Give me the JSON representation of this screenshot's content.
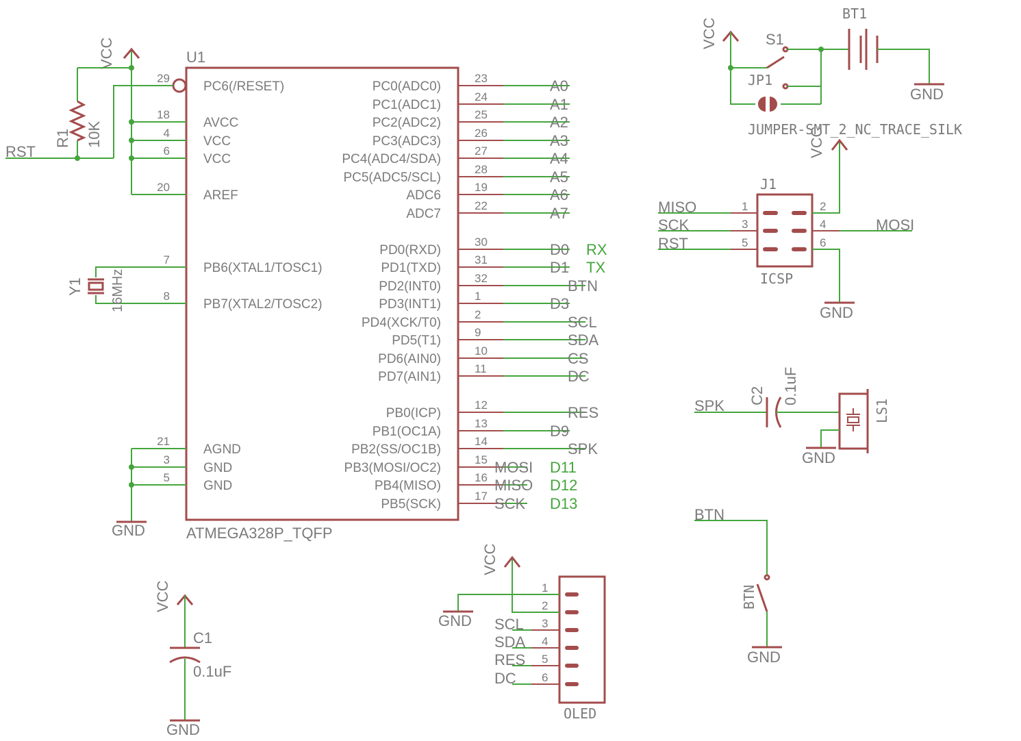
{
  "colors": {
    "wire": "#44a53c",
    "part": "#a34c4c",
    "text": "#7b7b7b",
    "background": "#ffffff"
  },
  "icons": [
    "vcc-arrow-icon",
    "gnd-bar-icon",
    "resistor-icon",
    "crystal-icon",
    "capacitor-icon",
    "switch-icon",
    "battery-icon",
    "jumper-icon",
    "speaker-icon",
    "pushbutton-icon"
  ],
  "u1": {
    "ref": "U1",
    "value": "ATMEGA328P_TQFP",
    "left_pins": [
      {
        "num": "29",
        "name": "PC6(/RESET)"
      },
      {
        "num": "18",
        "name": "AVCC"
      },
      {
        "num": "4",
        "name": "VCC"
      },
      {
        "num": "6",
        "name": "VCC"
      },
      {
        "num": "20",
        "name": "AREF"
      },
      {
        "num": "7",
        "name": "PB6(XTAL1/TOSC1)"
      },
      {
        "num": "8",
        "name": "PB7(XTAL2/TOSC2)"
      },
      {
        "num": "21",
        "name": "AGND"
      },
      {
        "num": "3",
        "name": "GND"
      },
      {
        "num": "5",
        "name": "GND"
      }
    ],
    "right_pins": [
      {
        "num": "23",
        "name": "PC0(ADC0)",
        "net": "A0",
        "alias": ""
      },
      {
        "num": "24",
        "name": "PC1(ADC1)",
        "net": "A1",
        "alias": ""
      },
      {
        "num": "25",
        "name": "PC2(ADC2)",
        "net": "A2",
        "alias": ""
      },
      {
        "num": "26",
        "name": "PC3(ADC3)",
        "net": "A3",
        "alias": ""
      },
      {
        "num": "27",
        "name": "PC4(ADC4/SDA)",
        "net": "A4",
        "alias": ""
      },
      {
        "num": "28",
        "name": "PC5(ADC5/SCL)",
        "net": "A5",
        "alias": ""
      },
      {
        "num": "19",
        "name": "ADC6",
        "net": "A6",
        "alias": ""
      },
      {
        "num": "22",
        "name": "ADC7",
        "net": "A7",
        "alias": ""
      },
      {
        "num": "30",
        "name": "PD0(RXD)",
        "net": "D0",
        "alias": "RX"
      },
      {
        "num": "31",
        "name": "PD1(TXD)",
        "net": "D1",
        "alias": "TX"
      },
      {
        "num": "32",
        "name": "PD2(INT0)",
        "net": "BTN",
        "alias": ""
      },
      {
        "num": "1",
        "name": "PD3(INT1)",
        "net": "D3",
        "alias": ""
      },
      {
        "num": "2",
        "name": "PD4(XCK/T0)",
        "net": "SCL",
        "alias": ""
      },
      {
        "num": "9",
        "name": "PD5(T1)",
        "net": "SDA",
        "alias": ""
      },
      {
        "num": "10",
        "name": "PD6(AIN0)",
        "net": "CS",
        "alias": ""
      },
      {
        "num": "11",
        "name": "PD7(AIN1)",
        "net": "DC",
        "alias": ""
      },
      {
        "num": "12",
        "name": "PB0(ICP)",
        "net": "RES",
        "alias": ""
      },
      {
        "num": "13",
        "name": "PB1(OC1A)",
        "net": "D9",
        "alias": ""
      },
      {
        "num": "14",
        "name": "PB2(SS/OC1B)",
        "net": "SPK",
        "alias": ""
      },
      {
        "num": "15",
        "name": "PB3(MOSI/OC2)",
        "net": "MOSI",
        "alias": "D11"
      },
      {
        "num": "16",
        "name": "PB4(MISO)",
        "net": "MISO",
        "alias": "D12"
      },
      {
        "num": "17",
        "name": "PB5(SCK)",
        "net": "SCK",
        "alias": "D13"
      }
    ]
  },
  "r1": {
    "ref": "R1",
    "value": "10K"
  },
  "y1": {
    "ref": "Y1",
    "value": "16MHz"
  },
  "c1": {
    "ref": "C1",
    "value": "0.1uF"
  },
  "c2": {
    "ref": "C2",
    "value": "0.1uF"
  },
  "s1": {
    "ref": "S1"
  },
  "bt1": {
    "ref": "BT1"
  },
  "jp1": {
    "ref": "JP1",
    "value": "JUMPER-SMT_2_NC_TRACE_SILK"
  },
  "j1": {
    "ref": "J1",
    "value": "ICSP",
    "left": [
      {
        "num": "1",
        "net": "MISO"
      },
      {
        "num": "3",
        "net": "SCK"
      },
      {
        "num": "5",
        "net": "RST"
      }
    ],
    "right": [
      {
        "num": "2",
        "net": ""
      },
      {
        "num": "4",
        "net": "MOSI"
      },
      {
        "num": "6",
        "net": ""
      }
    ]
  },
  "ls1": {
    "ref": "LS1"
  },
  "btn": {
    "ref": "BTN"
  },
  "oled": {
    "ref": "OLED",
    "pins": [
      {
        "num": "1",
        "net": ""
      },
      {
        "num": "2",
        "net": ""
      },
      {
        "num": "3",
        "net": "SCL"
      },
      {
        "num": "4",
        "net": "SDA"
      },
      {
        "num": "5",
        "net": "RES"
      },
      {
        "num": "6",
        "net": "DC"
      }
    ]
  },
  "nets": {
    "vcc": "VCC",
    "gnd": "GND",
    "rst": "RST",
    "spk": "SPK",
    "btn": "BTN"
  }
}
